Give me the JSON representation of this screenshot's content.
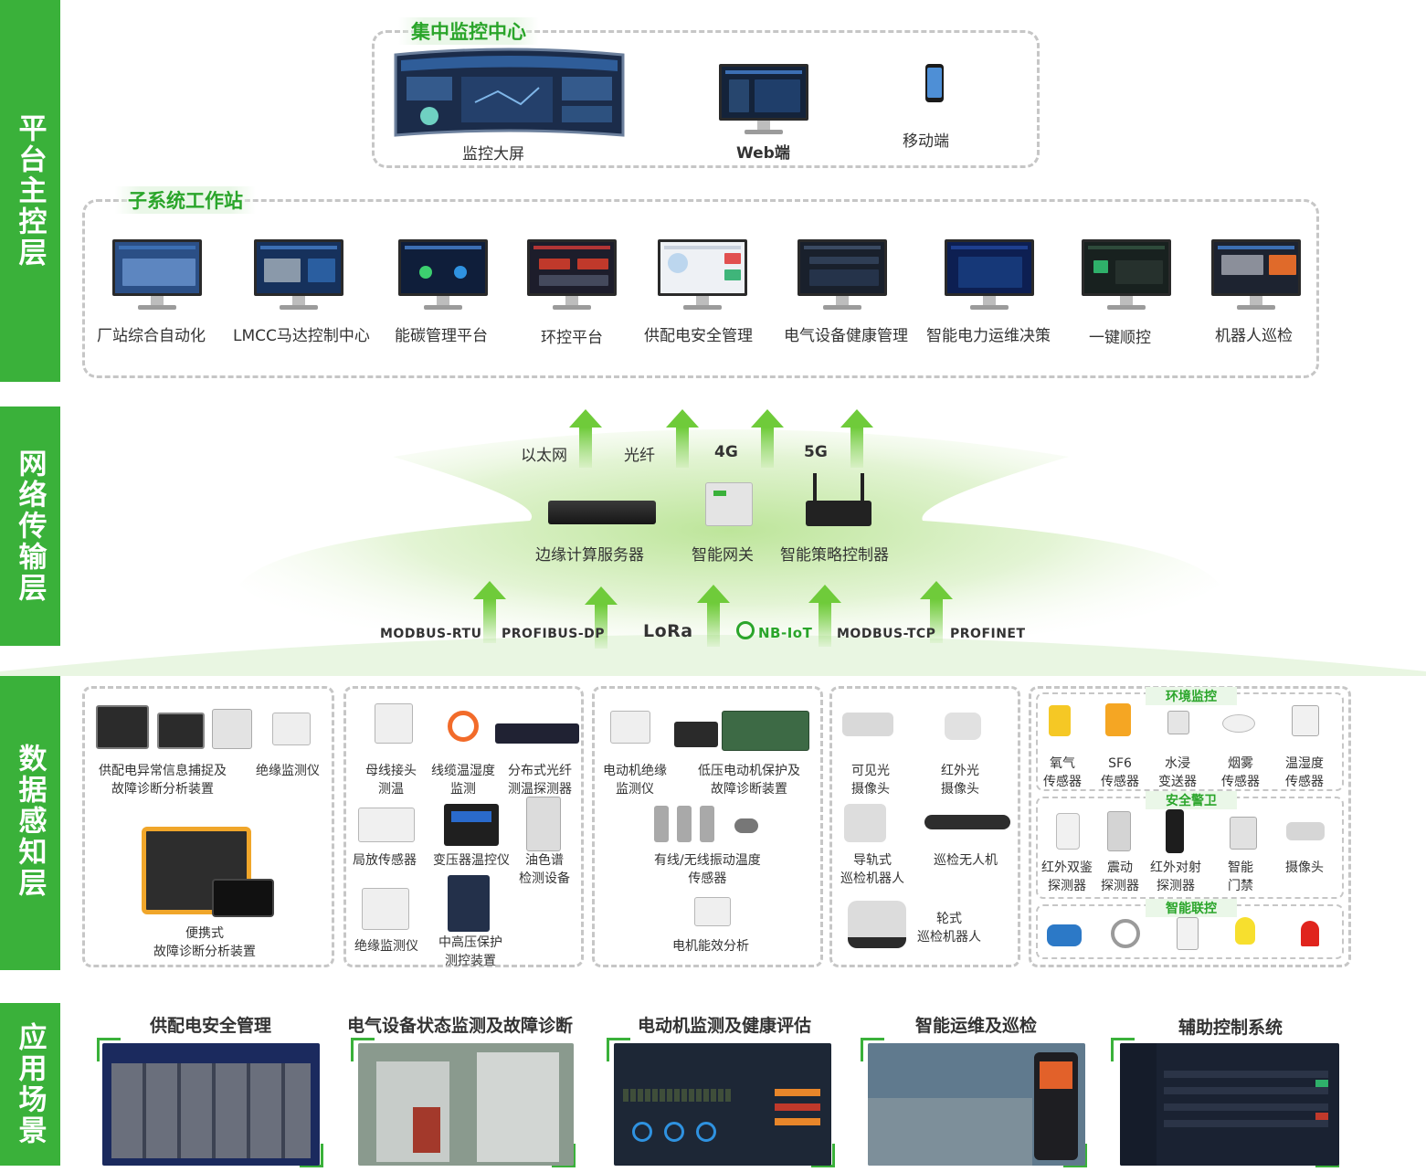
{
  "layers": {
    "platform": "平台主控层",
    "network": "网络传输层",
    "perception": "数据感知层",
    "application": "应用场景"
  },
  "center": {
    "title": "集中监控中心",
    "items": [
      "监控大屏",
      "Web端",
      "移动端"
    ]
  },
  "workstation": {
    "title": "子系统工作站",
    "items": [
      "厂站综合自动化",
      "LMCC马达控制中心",
      "能碳管理平台",
      "环控平台",
      "供配电安全管理",
      "电气设备健康管理",
      "智能电力运维决策",
      "一键顺控",
      "机器人巡检"
    ]
  },
  "network": {
    "links": [
      "以太网",
      "光纤",
      "4G",
      "5G"
    ],
    "devices": [
      "边缘计算服务器",
      "智能网关",
      "智能策略控制器"
    ],
    "protocols": [
      "MODBUS-RTU",
      "PROFIBUS-DP",
      "LoRa",
      "NB-IoT",
      "MODBUS-TCP",
      "PROFINET"
    ]
  },
  "perception": {
    "group1": [
      "供配电异常信息捕捉及\n故障诊断分析装置",
      "绝缘监测仪",
      "便携式\n故障诊断分析装置"
    ],
    "group2": [
      "母线接头\n测温",
      "线缆温湿度\n监测",
      "分布式光纤\n测温探测器",
      "局放传感器",
      "变压器温控仪",
      "油色谱\n检测设备",
      "绝缘监测仪",
      "中高压保护\n测控装置"
    ],
    "group3": [
      "电动机绝缘\n监测仪",
      "低压电动机保护及\n故障诊断装置",
      "有线/无线振动温度\n传感器",
      "电机能效分析"
    ],
    "group4": [
      "可见光\n摄像头",
      "红外光\n摄像头",
      "导轨式\n巡检机器人",
      "巡检无人机",
      "轮式\n巡检机器人"
    ],
    "env": {
      "title": "环境监控",
      "items": [
        "氧气\n传感器",
        "SF6\n传感器",
        "水浸\n变送器",
        "烟雾\n传感器",
        "温湿度\n传感器"
      ]
    },
    "security": {
      "title": "安全警卫",
      "items": [
        "红外双鉴\n探测器",
        "震动\n探测器",
        "红外对射\n探测器",
        "智能\n门禁",
        "摄像头"
      ]
    },
    "linkage": {
      "title": "智能联控"
    }
  },
  "applications": [
    "供配电安全管理",
    "电气设备状态监测及故障诊断",
    "电动机监测及健康评估",
    "智能运维及巡检",
    "辅助控制系统"
  ],
  "colors": {
    "accent": "#3ab13a",
    "arrow": "#6fcb3a",
    "dashed": "#c6c6c6"
  }
}
